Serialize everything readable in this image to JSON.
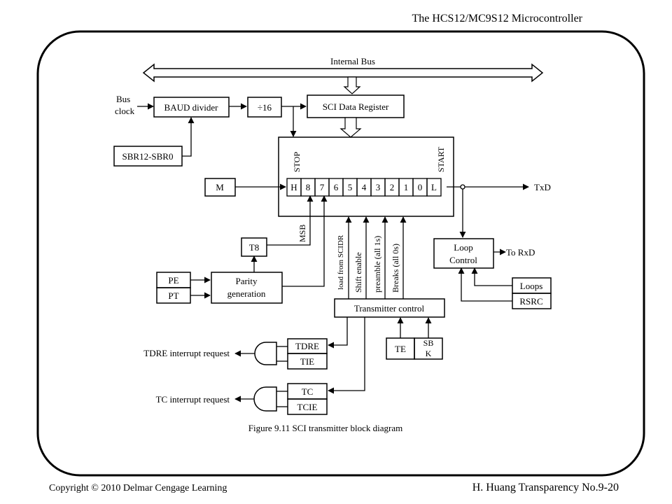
{
  "header": {
    "title": "The HCS12/MC9S12 Microcontroller"
  },
  "footer": {
    "copyright": "Copyright © 2010 Delmar Cengage Learning",
    "page": "H. Huang Transparency No.9-20"
  },
  "diagram": {
    "internal_bus": "Internal Bus",
    "bus_clock": [
      "Bus",
      "clock"
    ],
    "baud_divider": "BAUD divider",
    "div16": "÷16",
    "sci_data_register": "SCI Data Register",
    "sbr": "SBR12-SBR0",
    "stop": "STOP",
    "start": "START",
    "m": "M",
    "shift_bits": [
      "H",
      "8",
      "7",
      "6",
      "5",
      "4",
      "3",
      "2",
      "1",
      "0",
      "L"
    ],
    "txd": "TxD",
    "msb": "MSB",
    "t8": "T8",
    "pe": "PE",
    "pt": "PT",
    "parity_generation": [
      "Parity",
      "generation"
    ],
    "load_from_scidr": "load from SCIDR",
    "shift_enable": "Shift enable",
    "preamble": "preamble (all 1s)",
    "breaks": "Breaks (all 0s)",
    "loop_control": [
      "Loop",
      "Control"
    ],
    "to_rxd": "To RxD",
    "loops": "Loops",
    "rsrc": "RSRC",
    "transmitter_control": "Transmitter control",
    "te": "TE",
    "sbk": [
      "SB",
      "K"
    ],
    "tdre": "TDRE",
    "tie": "TIE",
    "tc": "TC",
    "tcie": "TCIE",
    "tdre_interrupt": "TDRE interrupt request",
    "tc_interrupt": "TC interrupt request",
    "caption": "Figure 9.11 SCI transmitter block diagram"
  }
}
